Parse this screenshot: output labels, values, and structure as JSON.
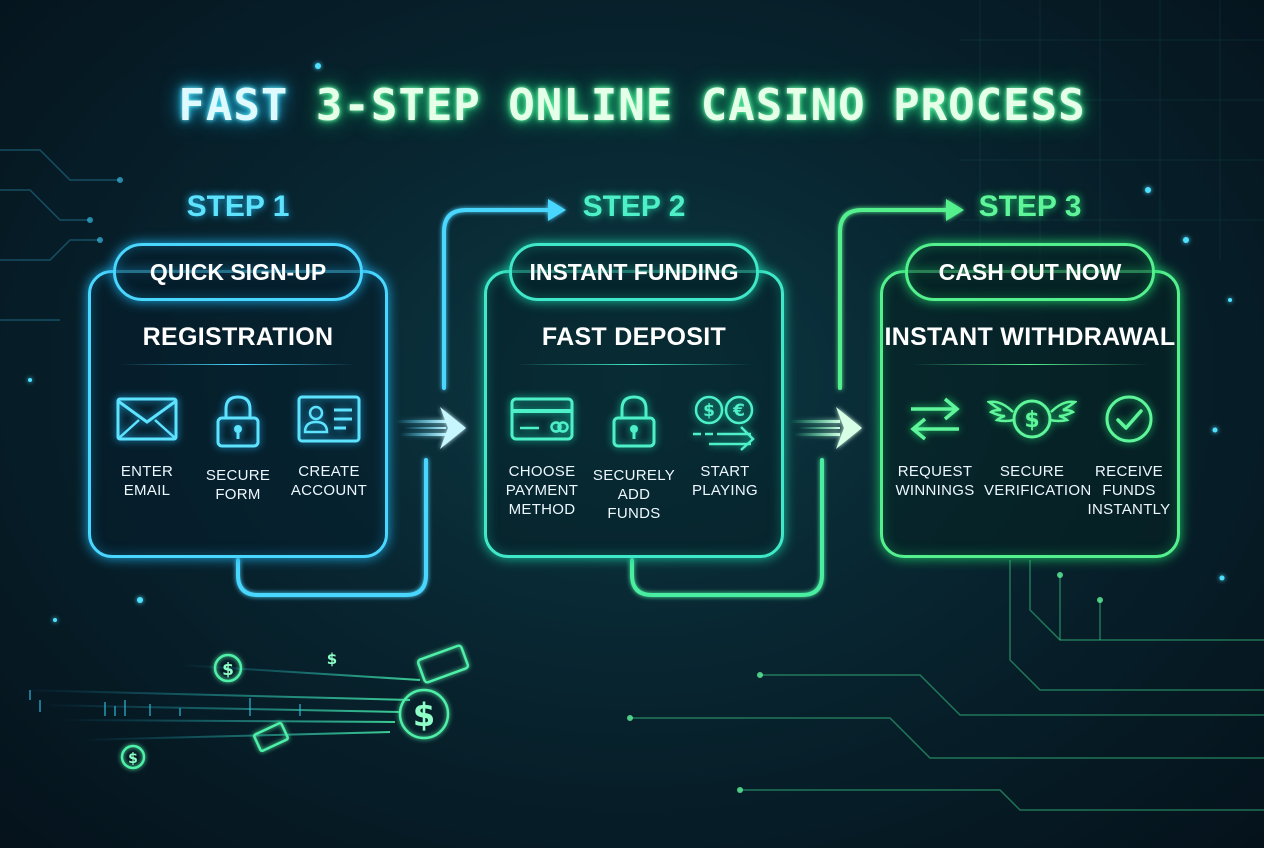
{
  "title": {
    "part1": "FAST ",
    "part2": "3-STEP ONLINE CASINO PROCESS"
  },
  "steps": [
    {
      "label": "STEP 1",
      "badge": "QUICK SIGN-UP",
      "heading": "REGISTRATION",
      "color": "#49d6ff",
      "items": [
        {
          "icon": "envelope-icon",
          "label": "ENTER\nEMAIL"
        },
        {
          "icon": "padlock-icon",
          "label": "SECURE\nFORM"
        },
        {
          "icon": "id-card-icon",
          "label": "CREATE\nACCOUNT"
        }
      ]
    },
    {
      "label": "STEP 2",
      "badge": "INSTANT FUNDING",
      "heading": "FAST DEPOSIT",
      "color": "#3fe8c8",
      "items": [
        {
          "icon": "credit-card-icon",
          "label": "CHOOSE\nPAYMENT\nMETHOD"
        },
        {
          "icon": "padlock-icon",
          "label": "SECURELY\nADD\nFUNDS"
        },
        {
          "icon": "currency-coins-icon",
          "label": "START\nPLAYING"
        }
      ]
    },
    {
      "label": "STEP 3",
      "badge": "CASH OUT NOW",
      "heading": "INSTANT WITHDRAWAL",
      "color": "#55f08e",
      "items": [
        {
          "icon": "transfer-arrows-icon",
          "label": "REQUEST\nWINNINGS"
        },
        {
          "icon": "winged-coin-icon",
          "label": "SECURE\nVERIFICATION"
        },
        {
          "icon": "checkmark-circle-icon",
          "label": "RECEIVE\nFUNDS\nINSTANTLY"
        }
      ]
    }
  ]
}
